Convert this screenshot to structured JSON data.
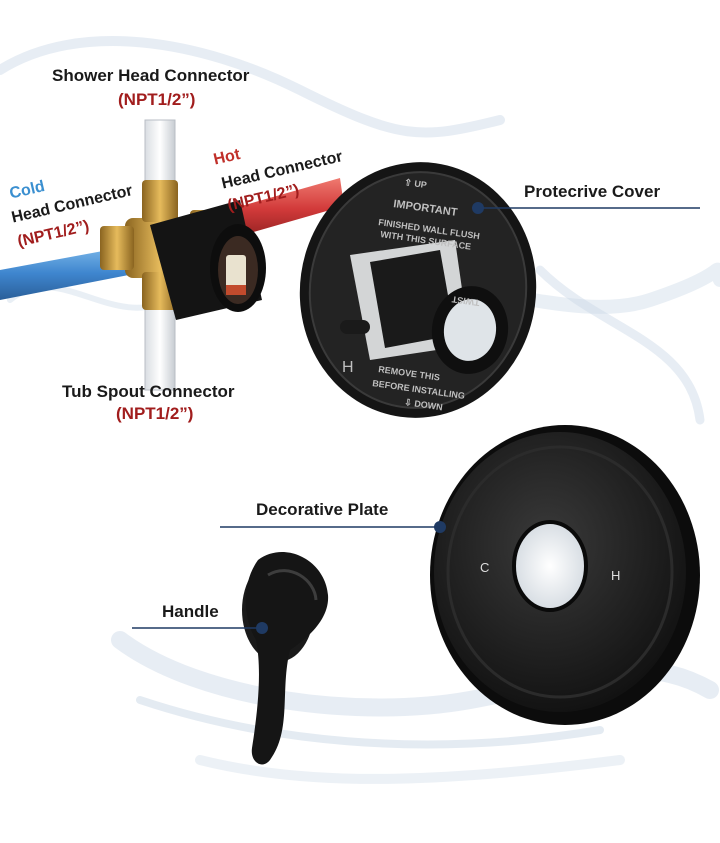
{
  "labels": {
    "shower_head": {
      "title": "Shower Head Connector",
      "spec": "(NPT1/2”)"
    },
    "cold": {
      "tag": "Cold",
      "title": "Head Connector",
      "spec": "(NPT1/2”)"
    },
    "hot": {
      "tag": "Hot",
      "title": "Head Connector",
      "spec": "(NPT1/2”)"
    },
    "tub_spout": {
      "title": "Tub Spout Connector",
      "spec": "(NPT1/2”)"
    },
    "protective_cover": "Protecrive Cover",
    "decorative_plate": "Decorative Plate",
    "handle": "Handle"
  },
  "cover_text": {
    "up": "⇧ UP",
    "important": "IMPORTANT",
    "line1": "FINISHED WALL FLUSH",
    "line2": "WITH THIS SURFACE",
    "twist": "TWIST",
    "remove1": "REMOVE THIS",
    "remove2": "BEFORE INSTALLING",
    "down": "⇩ DOWN",
    "h": "H"
  },
  "plate_text": {
    "c": "C",
    "h": "H"
  },
  "colors": {
    "leader_line": "#1f3a63",
    "dot": "#1f3a63",
    "spec_red": "#a11d1d",
    "cold_blue": "#3a8fd0",
    "hot_red": "#c0302a",
    "pipe_cold": "#3f86cf",
    "pipe_hot": "#d23a3a",
    "brass": "#c9983a",
    "matte_black": "#161616"
  }
}
